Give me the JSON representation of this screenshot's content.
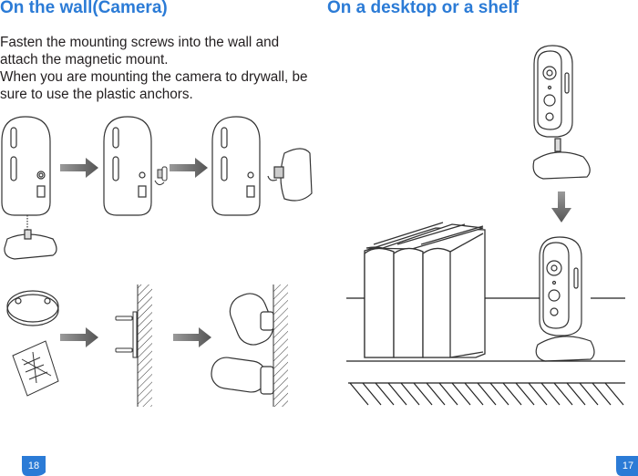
{
  "left": {
    "heading": "On the wall(Camera)",
    "paragraph_1": "Fasten the mounting screws into the wall and attach the magnetic mount.",
    "paragraph_2": "When you are mounting the camera to drywall, be sure to use the plastic anchors.",
    "page_number": "18"
  },
  "right": {
    "heading": "On a desktop or a shelf",
    "page_number": "17"
  },
  "colors": {
    "heading": "#2b7bd6",
    "body_text": "#231f20",
    "arrow": "#555555",
    "page_badge": "#2b7bd6"
  },
  "icons": [
    "camera-illustration",
    "magnetic-mount-icon",
    "arrow-right-icon",
    "arrow-down-icon",
    "screw-icon",
    "wall-anchor-icon",
    "books-icon",
    "shelf-icon"
  ]
}
